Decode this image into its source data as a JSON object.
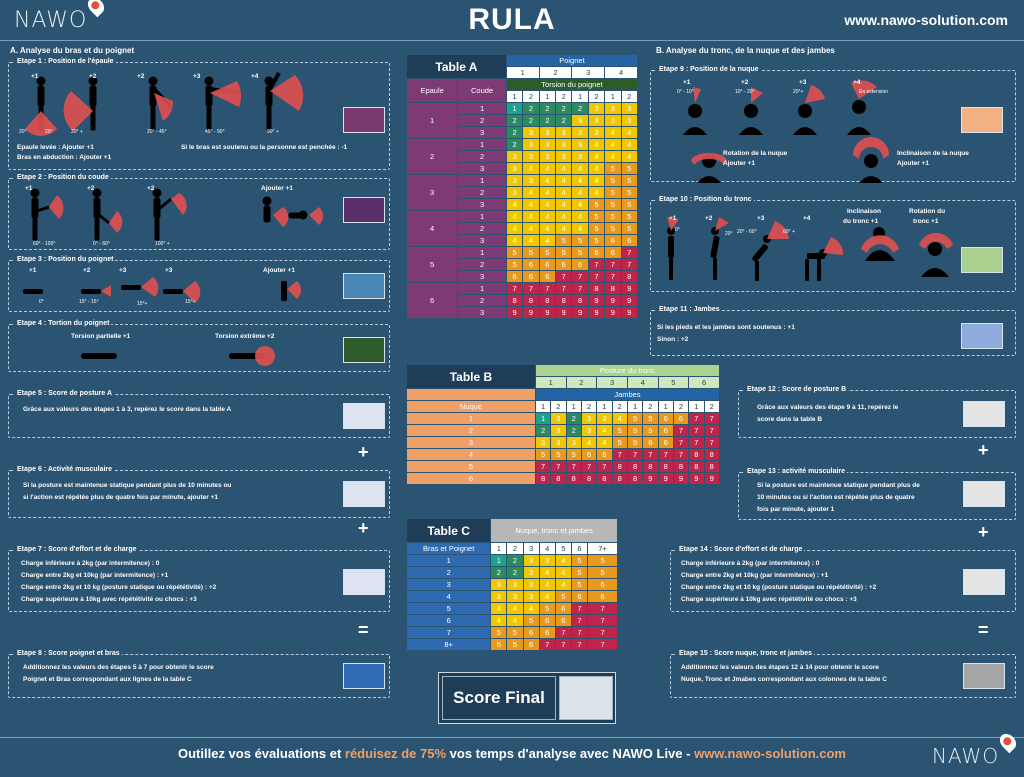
{
  "header": {
    "logo": "NAWO",
    "title": "RULA",
    "url": "www.nawo-solution.com"
  },
  "sectionA": {
    "title": "A. Analyse du bras et du poignet"
  },
  "sectionB": {
    "title": "B. Analyse du tronc, de la nuque et des jambes"
  },
  "etape1": {
    "title": "Etape 1 : Position de l'épaule",
    "scores": [
      "+1",
      "+2",
      "+2",
      "+3",
      "+4"
    ],
    "angles": [
      "20°",
      "20°",
      "20° +",
      "20° - 45°",
      "45° - 90°",
      "90° +"
    ],
    "line1": "Epaule levée : Ajouter +1",
    "line2": "Bras en abduction : Ajouter +1",
    "line3": "Si le bras est soutenu ou la personne est penchée : -1",
    "color": "#7b3a70"
  },
  "etape2": {
    "title": "Etape 2 : Position du coude",
    "scores": [
      "+1",
      "+2",
      "+2"
    ],
    "angles": [
      "60° - 100°",
      "0° - 60°",
      "100° +"
    ],
    "extra": "Ajouter +1",
    "color": "#5b2f6a"
  },
  "etape3": {
    "title": "Etape 3 : Position du poignet",
    "scores": [
      "+1",
      "+2",
      "+3",
      "+3"
    ],
    "angles": [
      "0°",
      "15° - 15°",
      "15°+",
      "15°+"
    ],
    "extra": "Ajouter +1",
    "color": "#4a86b3"
  },
  "etape4": {
    "title": "Etape 4 : Tortion du poignet",
    "p1": "Torsion partielle +1",
    "p2": "Torsion extrême +2",
    "color": "#2d5b2a"
  },
  "etape5": {
    "title": "Etape 5 : Score de posture A",
    "text": "Grâce aux valeurs des étapes 1 à 3, repérez le score dans la table A",
    "color": "#dde3f0"
  },
  "etape6": {
    "title": "Etape 6 : Activité musculaire",
    "l1": "Si la posture est maintenue statique pendant plus de 10 minutes ou",
    "l2": "si l'action est répétée plus de quatre fois par minute, ajouter +1",
    "color": "#dde3f0"
  },
  "etape7": {
    "title": "Etape 7 : Score d'effort et de charge",
    "l1": "Charge inférieure à 2kg (par intermitence) : 0",
    "l2": "Charge entre 2kg et 10kg (par intermitence) : +1",
    "l3": "Charge entre 2kg et 10 kg (posture statique ou répététivité) : +2",
    "l4": "Charge supérieure à 10kg avec répététivité ou chocs : +3",
    "color": "#dde3f0"
  },
  "etape8": {
    "title": "Etape 8 : Score poignet et bras",
    "l1": "Additionnez les valeurs des étapes 5 à 7 pour obtenir le score",
    "l2": "Poignet et Bras correspondant aux lignes de la table C",
    "color": "#2f6cb5"
  },
  "etape9": {
    "title": "Etape 9 : Position de la nuque",
    "scores": [
      "+1",
      "+2",
      "+3",
      "+4"
    ],
    "angles": [
      "0° - 10°",
      "10° - 20°",
      "20°+",
      "En extension"
    ],
    "rot": "Rotation de la nuque",
    "rotAdd": "Ajouter +1",
    "inc": "Inclinaison  de la nuque",
    "incAdd": "Ajouter +1",
    "color": "#f4b183"
  },
  "etape10": {
    "title": "Etape 10 : Position du tronc",
    "scores": [
      "+1",
      "+2",
      "+3",
      "+4"
    ],
    "angles": [
      "0°",
      "20°",
      "20° - 60°",
      "60° +"
    ],
    "inc1": "Inclinaison",
    "inc2": "du tronc +1",
    "rot1": "Rotation du",
    "rot2": "tronc +1",
    "color": "#a9d08e"
  },
  "etape11": {
    "title": "Etape 11 : Jambes",
    "l1": "Si les pieds et les jambes sont soutenus : +1",
    "l2": "Sinon : +2",
    "color": "#8faadc"
  },
  "etape12": {
    "title": "Etape 12 : Score de posture B",
    "l1": "Grâce aux valeurs des étape 9 à 11, repérez le",
    "l2": "score dans la table B",
    "color": "#e4e4e4"
  },
  "etape13": {
    "title": "Etape 13 : activité musculaire",
    "l1": "Si la posture est maintenue statique pendant plus de",
    "l2": "10 minutes ou si l'action est répétée plus de quatre",
    "l3": "fois par minute, ajouter 1",
    "color": "#e4e4e4"
  },
  "etape14": {
    "title": "Etape 14 : Score d'effort et de charge",
    "l1": "Charge inférieure à 2kg (par intermitence) : 0",
    "l2": "Charge entre 2kg et 10kg (par intermitence) : +1",
    "l3": "Charge entre 2kg et 10 kg (posture statique ou répététivité) : +2",
    "l4": "Charge supérieure à 10kg avec répététivité ou chocs : +3",
    "color": "#e4e4e4"
  },
  "etape15": {
    "title": "Etape 15 : Score nuque, tronc et jambes",
    "l1": "Additionnez les valeurs des étapes 12 à 14 pour obtenir le score",
    "l2": "Nuque, Tronc et Jmabes correspondant aux colonnes de la table C",
    "color": "#a6a6a6"
  },
  "ops": {
    "plus": "+",
    "eq": "="
  },
  "tableA": {
    "name": "Table A",
    "poignet": "Poignet",
    "torsion": "Torsion du poignet",
    "epaule": "Epaule",
    "coude": "Coude",
    "poignetCols": [
      "1",
      "2",
      "3",
      "4"
    ],
    "torsionCols": [
      "1",
      "2",
      "1",
      "2",
      "1",
      "2",
      "1",
      "2"
    ],
    "rows": [
      {
        "e": "1",
        "c": "1",
        "v": [
          1,
          2,
          2,
          2,
          2,
          3,
          3,
          3
        ]
      },
      {
        "e": "",
        "c": "2",
        "v": [
          2,
          2,
          2,
          2,
          3,
          3,
          3,
          3
        ]
      },
      {
        "e": "",
        "c": "3",
        "v": [
          2,
          3,
          3,
          3,
          3,
          3,
          4,
          4
        ]
      },
      {
        "e": "2",
        "c": "1",
        "v": [
          2,
          3,
          3,
          3,
          3,
          4,
          4,
          4
        ]
      },
      {
        "e": "",
        "c": "2",
        "v": [
          3,
          3,
          3,
          3,
          3,
          4,
          4,
          4
        ]
      },
      {
        "e": "",
        "c": "3",
        "v": [
          3,
          4,
          4,
          4,
          4,
          4,
          5,
          5
        ]
      },
      {
        "e": "3",
        "c": "1",
        "v": [
          3,
          3,
          4,
          4,
          4,
          4,
          5,
          5
        ]
      },
      {
        "e": "",
        "c": "2",
        "v": [
          3,
          4,
          4,
          4,
          4,
          4,
          5,
          5
        ]
      },
      {
        "e": "",
        "c": "3",
        "v": [
          4,
          4,
          4,
          4,
          4,
          5,
          5,
          5
        ]
      },
      {
        "e": "4",
        "c": "1",
        "v": [
          4,
          4,
          4,
          4,
          4,
          5,
          5,
          5
        ]
      },
      {
        "e": "",
        "c": "2",
        "v": [
          4,
          4,
          4,
          4,
          4,
          5,
          5,
          5
        ]
      },
      {
        "e": "",
        "c": "3",
        "v": [
          4,
          4,
          4,
          5,
          5,
          5,
          6,
          6
        ]
      },
      {
        "e": "5",
        "c": "1",
        "v": [
          5,
          5,
          5,
          5,
          5,
          6,
          6,
          7
        ]
      },
      {
        "e": "",
        "c": "2",
        "v": [
          5,
          6,
          6,
          6,
          6,
          7,
          7,
          7
        ]
      },
      {
        "e": "",
        "c": "3",
        "v": [
          6,
          6,
          6,
          7,
          7,
          7,
          7,
          8
        ]
      },
      {
        "e": "6",
        "c": "1",
        "v": [
          7,
          7,
          7,
          7,
          7,
          8,
          8,
          9
        ]
      },
      {
        "e": "",
        "c": "2",
        "v": [
          8,
          8,
          8,
          8,
          8,
          9,
          9,
          9
        ]
      },
      {
        "e": "",
        "c": "3",
        "v": [
          9,
          9,
          9,
          9,
          9,
          9,
          9,
          9
        ]
      }
    ]
  },
  "tableB": {
    "name": "Table B",
    "tronc": "Posture du tronc",
    "jambes": "Jambes",
    "nuque": "Nuque",
    "troncCols": [
      "1",
      "2",
      "3",
      "4",
      "5",
      "6"
    ],
    "jambesCols": [
      "1",
      "2",
      "1",
      "2",
      "1",
      "2",
      "1",
      "2",
      "1",
      "2",
      "1",
      "2"
    ],
    "rows": [
      {
        "n": "1",
        "v": [
          1,
          3,
          2,
          3,
          3,
          4,
          5,
          5,
          6,
          6,
          7,
          7
        ]
      },
      {
        "n": "2",
        "v": [
          2,
          3,
          2,
          3,
          4,
          5,
          5,
          5,
          6,
          7,
          7,
          7
        ]
      },
      {
        "n": "3",
        "v": [
          3,
          3,
          3,
          4,
          4,
          5,
          5,
          6,
          6,
          7,
          7,
          7
        ]
      },
      {
        "n": "4",
        "v": [
          5,
          5,
          5,
          6,
          6,
          7,
          7,
          7,
          7,
          7,
          8,
          8
        ]
      },
      {
        "n": "5",
        "v": [
          7,
          7,
          7,
          7,
          7,
          8,
          8,
          8,
          8,
          8,
          8,
          8
        ]
      },
      {
        "n": "6",
        "v": [
          8,
          8,
          8,
          8,
          8,
          8,
          8,
          9,
          9,
          9,
          9,
          9
        ]
      }
    ]
  },
  "tableC": {
    "name": "Table C",
    "head": "Nuque, tronc et jambes",
    "bras": "Bras et Poignet",
    "cols": [
      "1",
      "2",
      "3",
      "4",
      "5",
      "6",
      "7+"
    ],
    "rows": [
      {
        "b": "1",
        "v": [
          1,
          2,
          3,
          3,
          4,
          5,
          5
        ]
      },
      {
        "b": "2",
        "v": [
          2,
          2,
          3,
          4,
          4,
          5,
          5
        ]
      },
      {
        "b": "3",
        "v": [
          3,
          3,
          3,
          4,
          4,
          5,
          6
        ]
      },
      {
        "b": "4",
        "v": [
          3,
          3,
          3,
          4,
          5,
          6,
          6
        ]
      },
      {
        "b": "5",
        "v": [
          4,
          4,
          4,
          5,
          6,
          7,
          7
        ]
      },
      {
        "b": "6",
        "v": [
          4,
          4,
          5,
          6,
          6,
          7,
          7
        ]
      },
      {
        "b": "7",
        "v": [
          5,
          5,
          6,
          6,
          7,
          7,
          7
        ]
      },
      {
        "b": "8+",
        "v": [
          5,
          5,
          6,
          7,
          7,
          7,
          7
        ]
      }
    ]
  },
  "final": {
    "label": "Score Final"
  },
  "footer": {
    "a": "Outillez vos évaluations et ",
    "b": "réduisez de 75%",
    "c": " vos temps d'analyse avec NAWO Live - ",
    "d": "www.nawo-solution.com"
  },
  "colors": {
    "c1": "#1aa38d",
    "c2": "#2b8a5f",
    "c3": "#f2c700",
    "c5": "#e99a1a",
    "c7": "#c0244a"
  }
}
